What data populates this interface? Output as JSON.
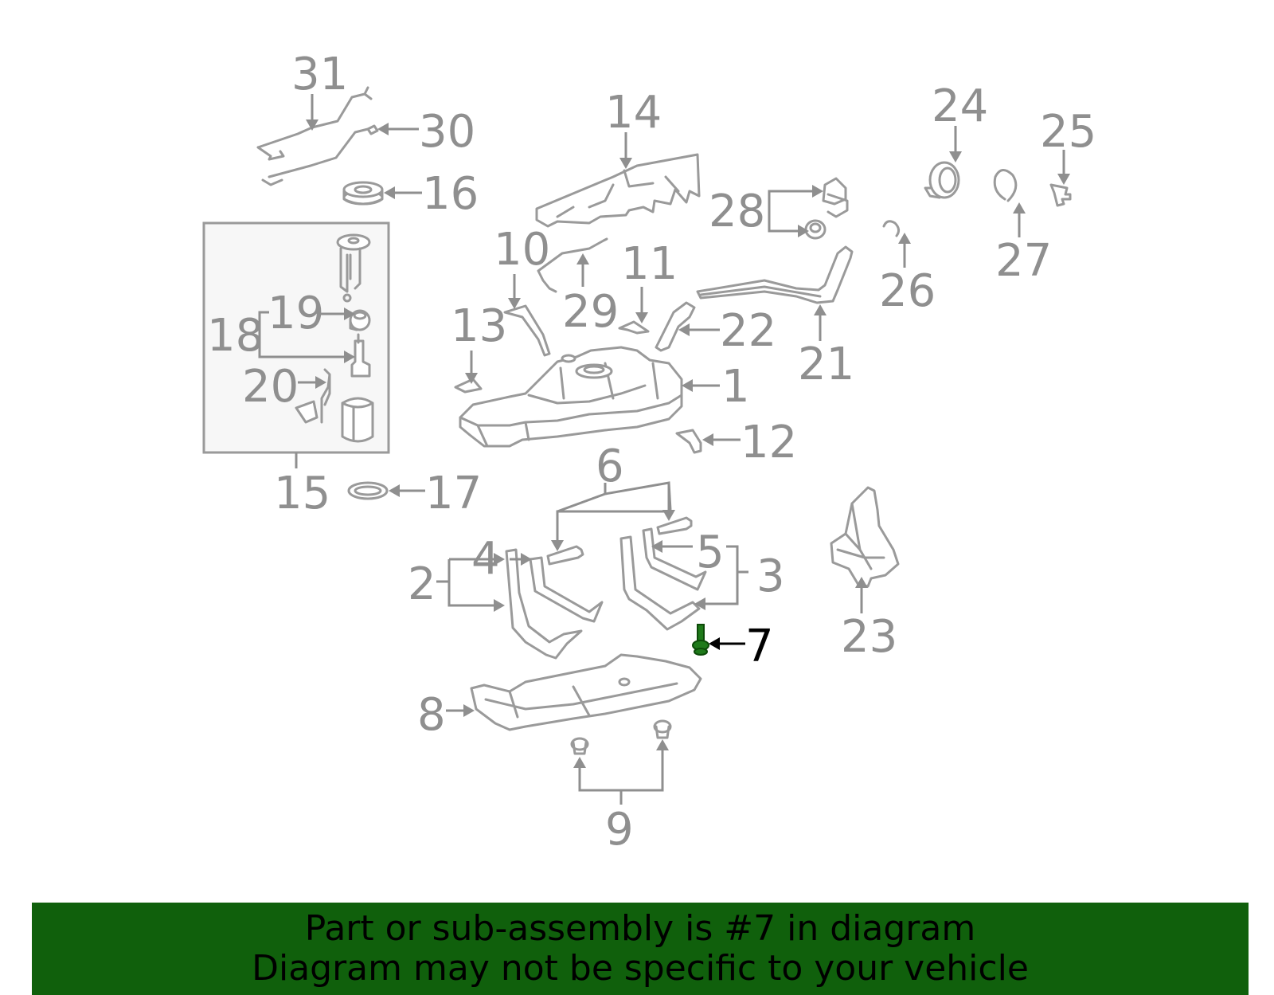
{
  "colors": {
    "banner_bg": "#10600c",
    "banner_text": "#000000",
    "part_stroke": "#9a9a9a",
    "callout_text": "#8f8f8f",
    "highlight_part": "#1f7a1a",
    "highlight_text": "#000000",
    "inset_bg": "#f7f7f7"
  },
  "diagram": {
    "highlighted_callout": "7",
    "callouts": {
      "c1": "1",
      "c2": "2",
      "c3": "3",
      "c4": "4",
      "c5": "5",
      "c6": "6",
      "c7": "7",
      "c8": "8",
      "c9": "9",
      "c10": "10",
      "c11": "11",
      "c12": "12",
      "c13": "13",
      "c14": "14",
      "c15": "15",
      "c16": "16",
      "c17": "17",
      "c18": "18",
      "c19": "19",
      "c20": "20",
      "c21": "21",
      "c22": "22",
      "c23": "23",
      "c24": "24",
      "c25": "25",
      "c26": "26",
      "c27": "27",
      "c28": "28",
      "c29": "29",
      "c30": "30",
      "c31": "31"
    }
  },
  "banner": {
    "line1": "Part or sub-assembly is #7 in diagram",
    "line2": "Diagram may not be specific to your vehicle"
  }
}
